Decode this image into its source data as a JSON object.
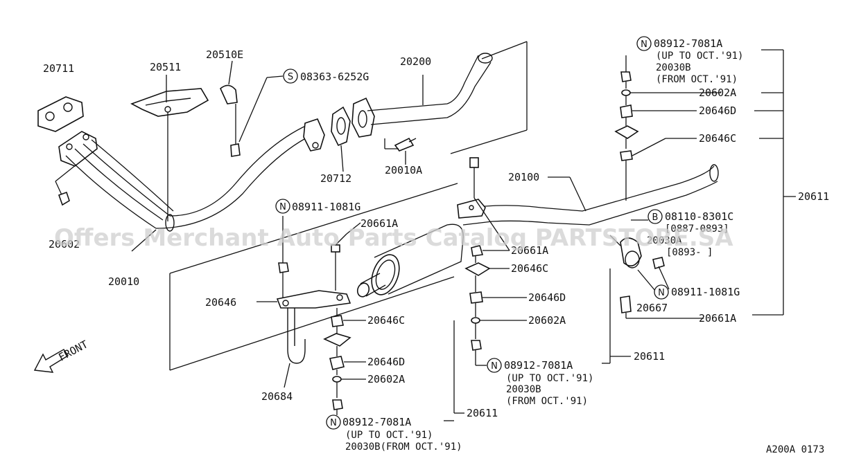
{
  "watermark": "Offers Merchant Auto Parts Catalog PARTSTORE.SA",
  "front_label": "FRONT",
  "figure_code": "A200A 0173",
  "labels": {
    "p20711": "20711",
    "p20511": "20511",
    "p20510e": "20510E",
    "s_code": "08363-6252G",
    "s_letter": "S",
    "p20200": "20200",
    "p20712": "20712",
    "p20010a": "20010A",
    "p20602": "20602",
    "p20010": "20010",
    "n_1081g_left": "08911-1081G",
    "n_letter": "N",
    "p20661a_mid": "20661A",
    "p20646": "20646",
    "p20646c_left": "20646C",
    "p20646d_left": "20646D",
    "p20602a_left": "20602A",
    "p20684": "20684",
    "n_7081a_bottom": "08912-7081A",
    "upto_bottom": "(UP TO OCT.'91)",
    "from_bottom": "20030B(FROM OCT.'91)",
    "p20611_bottom": "20611",
    "p20100": "20100",
    "p20661a_center": "20661A",
    "p20646c_center": "20646C",
    "p20646d_center": "20646D",
    "p20602a_center": "20602A",
    "n_7081a_center": "08912-7081A",
    "upto_center": "(UP TO OCT.'91)",
    "p20030b_center": "20030B",
    "from_center": "(FROM OCT.'91)",
    "p20611_center": "20611",
    "n_7081a_top": "08912-7081A",
    "upto_top": "(UP TO OCT.'91)",
    "p20030b_top": "20030B",
    "from_top": "(FROM OCT.'91)",
    "p20602a_top": "20602A",
    "p20646d_top": "20646D",
    "p20646c_top": "20646C",
    "p20611_right": "20611",
    "b_letter": "B",
    "b_code": "08110-8301C",
    "b_sub1": "[0887-0893]",
    "b_sub2": "20030A",
    "b_sub3": "[0893-    ]",
    "n_1081g_right": "08911-1081G",
    "p20667": "20667",
    "p20661a_right": "20661A"
  }
}
